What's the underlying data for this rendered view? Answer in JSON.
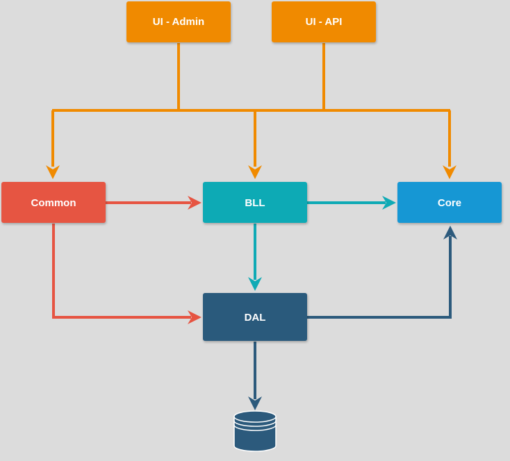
{
  "colors": {
    "background": "#dcdcdc",
    "orange": "#f08a00",
    "red": "#e65442",
    "teal": "#0faab5",
    "blue": "#1697d4",
    "navy": "#2c5a7c"
  },
  "nodes": {
    "ui_admin": {
      "label": "UI - Admin"
    },
    "ui_api": {
      "label": "UI - API"
    },
    "common": {
      "label": "Common"
    },
    "bll": {
      "label": "BLL"
    },
    "core": {
      "label": "Core"
    },
    "dal": {
      "label": "DAL"
    },
    "database": {
      "icon": "database-icon"
    }
  },
  "edges": [
    {
      "from": "ui_admin",
      "to": "common"
    },
    {
      "from": "ui_admin",
      "to": "bll"
    },
    {
      "from": "ui_admin",
      "to": "core"
    },
    {
      "from": "ui_api",
      "to": "common"
    },
    {
      "from": "ui_api",
      "to": "bll"
    },
    {
      "from": "ui_api",
      "to": "core"
    },
    {
      "from": "common",
      "to": "bll"
    },
    {
      "from": "common",
      "to": "dal"
    },
    {
      "from": "bll",
      "to": "core"
    },
    {
      "from": "bll",
      "to": "dal"
    },
    {
      "from": "dal",
      "to": "core"
    },
    {
      "from": "dal",
      "to": "database"
    }
  ]
}
